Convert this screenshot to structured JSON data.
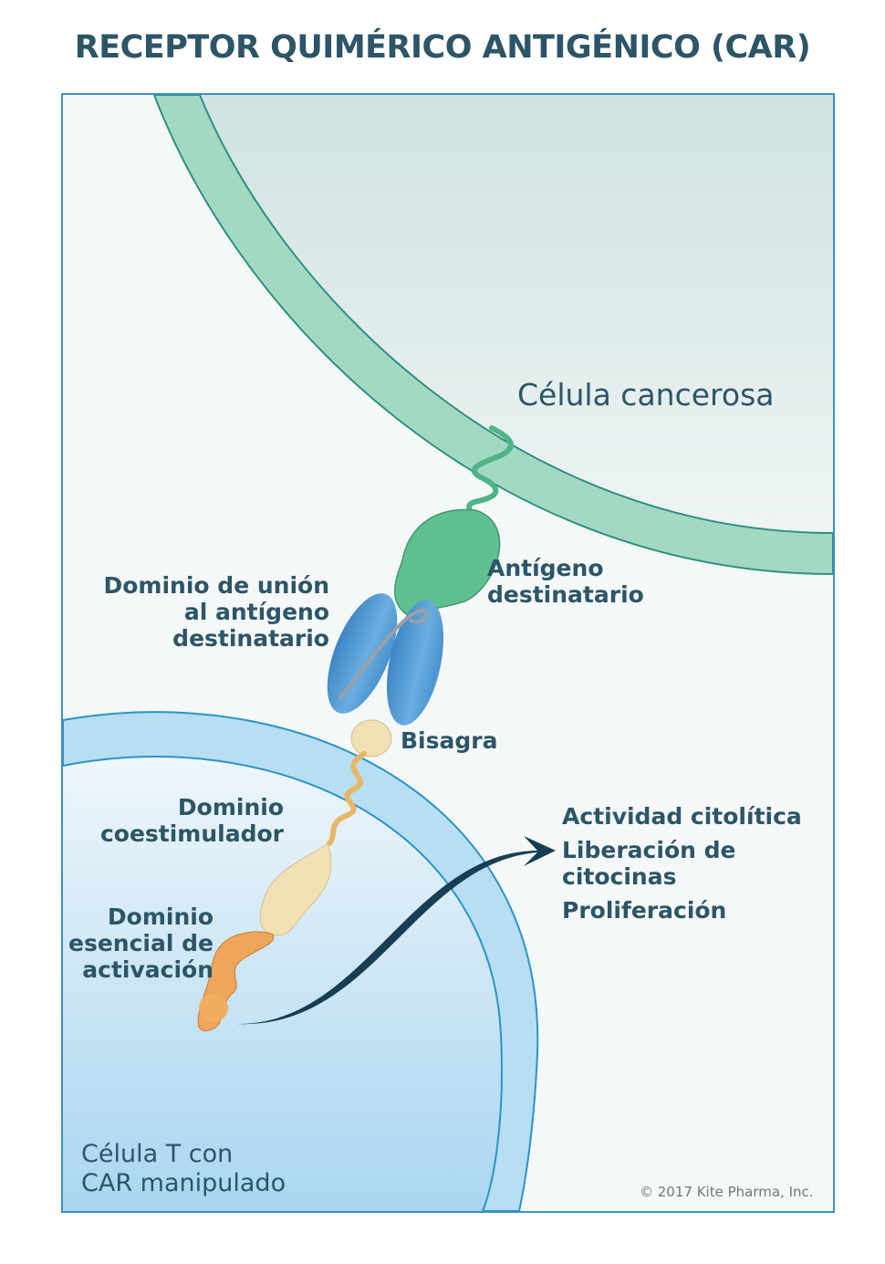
{
  "title": "RECEPTOR QUIMÉRICO ANTIGÉNICO (CAR)",
  "cells": {
    "cancer": "Célula cancerosa",
    "tcell_line1": "Célula T con",
    "tcell_line2": "CAR manipulado"
  },
  "labels": {
    "binding_domain": [
      "Dominio de unión",
      "al antígeno",
      "destinatario"
    ],
    "target_antigen": [
      "Antígeno",
      "destinatario"
    ],
    "hinge": "Bisagra",
    "costim_domain": [
      "Dominio",
      "coestimulador"
    ],
    "activation_domain": [
      "Dominio",
      "esencial de",
      "activación"
    ]
  },
  "outcomes": {
    "item1": "Actividad citolítica",
    "item2": [
      "Liberación de",
      "citocinas"
    ],
    "item3": "Proliferación"
  },
  "copyright": "© 2017 Kite Pharma, Inc.",
  "colors": {
    "title": "#2d5568",
    "cancer_membrane": "#9fd6c0",
    "tcell_membrane": "#b7def3",
    "antigen": "#5fbf91",
    "scfv": "#5a9fd4",
    "hinge": "#f2e0b5",
    "activation": "#f0a65a",
    "arrow": "#173e52"
  }
}
